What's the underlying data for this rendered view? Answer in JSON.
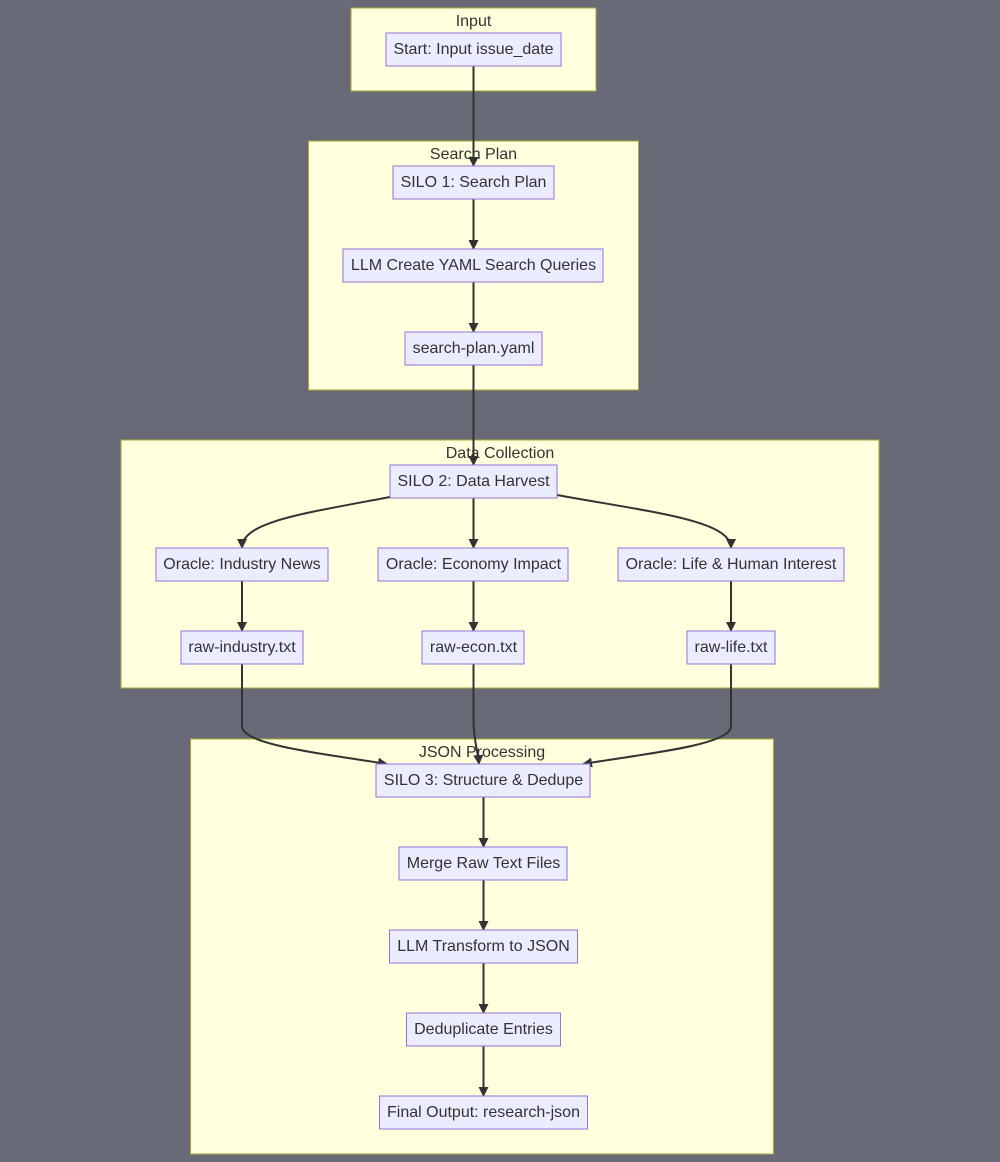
{
  "diagram": {
    "type": "flowchart",
    "direction": "top-down",
    "colors": {
      "background": "#686a78",
      "cluster_fill": "#ffffde",
      "cluster_border": "#aaaa33",
      "node_fill": "#ececff",
      "node_border": "#9370db",
      "edge": "#333333",
      "text": "#333333"
    },
    "clusters": [
      {
        "id": "input",
        "label": "Input"
      },
      {
        "id": "search_plan",
        "label": "Search Plan"
      },
      {
        "id": "data_collection",
        "label": "Data Collection"
      },
      {
        "id": "json_processing",
        "label": "JSON Processing"
      }
    ],
    "nodes": [
      {
        "id": "start",
        "cluster": "input",
        "label": "Start: Input issue_date"
      },
      {
        "id": "silo1",
        "cluster": "search_plan",
        "label": "SILO 1: Search Plan"
      },
      {
        "id": "llm_yaml",
        "cluster": "search_plan",
        "label": "LLM Create YAML Search Queries"
      },
      {
        "id": "plan_yaml",
        "cluster": "search_plan",
        "label": "search-plan.yaml"
      },
      {
        "id": "silo2",
        "cluster": "data_collection",
        "label": "SILO 2: Data Harvest"
      },
      {
        "id": "oracle_industry",
        "cluster": "data_collection",
        "label": "Oracle: Industry News"
      },
      {
        "id": "oracle_econ",
        "cluster": "data_collection",
        "label": "Oracle: Economy Impact"
      },
      {
        "id": "oracle_life",
        "cluster": "data_collection",
        "label": "Oracle: Life & Human Interest"
      },
      {
        "id": "raw_industry",
        "cluster": "data_collection",
        "label": "raw-industry.txt"
      },
      {
        "id": "raw_econ",
        "cluster": "data_collection",
        "label": "raw-econ.txt"
      },
      {
        "id": "raw_life",
        "cluster": "data_collection",
        "label": "raw-life.txt"
      },
      {
        "id": "silo3",
        "cluster": "json_processing",
        "label": "SILO 3: Structure & Dedupe"
      },
      {
        "id": "merge",
        "cluster": "json_processing",
        "label": "Merge Raw Text Files"
      },
      {
        "id": "llm_json",
        "cluster": "json_processing",
        "label": "LLM Transform to JSON"
      },
      {
        "id": "dedupe",
        "cluster": "json_processing",
        "label": "Deduplicate Entries"
      },
      {
        "id": "final",
        "cluster": "json_processing",
        "label": "Final Output: research-json"
      }
    ],
    "edges": [
      {
        "from": "start",
        "to": "silo1"
      },
      {
        "from": "silo1",
        "to": "llm_yaml"
      },
      {
        "from": "llm_yaml",
        "to": "plan_yaml"
      },
      {
        "from": "plan_yaml",
        "to": "silo2"
      },
      {
        "from": "silo2",
        "to": "oracle_industry"
      },
      {
        "from": "silo2",
        "to": "oracle_econ"
      },
      {
        "from": "silo2",
        "to": "oracle_life"
      },
      {
        "from": "oracle_industry",
        "to": "raw_industry"
      },
      {
        "from": "oracle_econ",
        "to": "raw_econ"
      },
      {
        "from": "oracle_life",
        "to": "raw_life"
      },
      {
        "from": "raw_industry",
        "to": "silo3"
      },
      {
        "from": "raw_econ",
        "to": "silo3"
      },
      {
        "from": "raw_life",
        "to": "silo3"
      },
      {
        "from": "silo3",
        "to": "merge"
      },
      {
        "from": "merge",
        "to": "llm_json"
      },
      {
        "from": "llm_json",
        "to": "dedupe"
      },
      {
        "from": "dedupe",
        "to": "final"
      }
    ]
  }
}
